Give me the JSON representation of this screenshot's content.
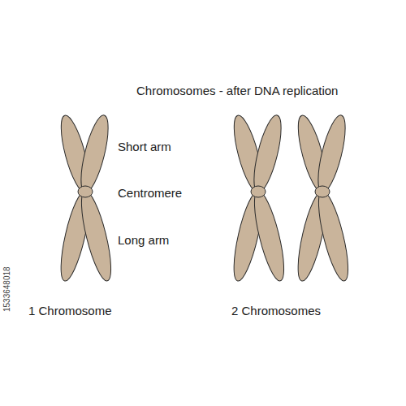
{
  "diagram": {
    "title": "Chromosomes - after DNA replication",
    "labels": [
      "Short arm",
      "Centromere",
      "Long arm",
      "1 Chromosome",
      "2 Chromosomes",
      "1533648018"
    ]
  }
}
